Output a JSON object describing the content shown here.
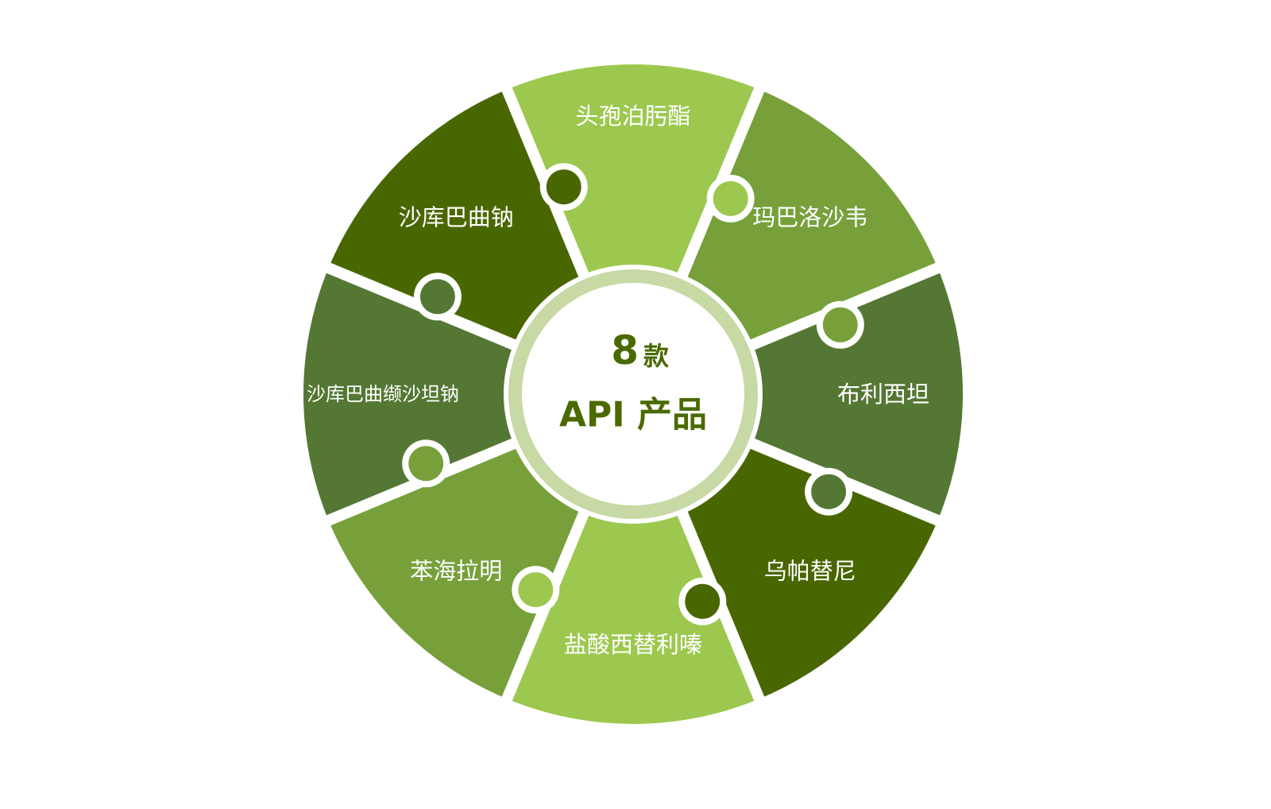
{
  "center": {
    "count": "8",
    "unit": "款",
    "title": "API 产品"
  },
  "segments": [
    {
      "label": "头孢泊肟酯",
      "color": "#9dc84f"
    },
    {
      "label": "玛巴洛沙韦",
      "color": "#77a03b"
    },
    {
      "label": "布利西坦",
      "color": "#557734"
    },
    {
      "label": "乌帕替尼",
      "color": "#496700"
    },
    {
      "label": "盐酸西替利嗪",
      "color": "#9dc84f"
    },
    {
      "label": "苯海拉明",
      "color": "#77a03b"
    },
    {
      "label": "沙库巴曲缬沙坦钠",
      "color": "#557734"
    },
    {
      "label": "沙库巴曲钠",
      "color": "#496700"
    }
  ],
  "colors": {
    "ring": "#c7d9a4",
    "center_fill": "#ffffff",
    "center_text": "#4a6a00",
    "label_text": "#ffffff"
  }
}
